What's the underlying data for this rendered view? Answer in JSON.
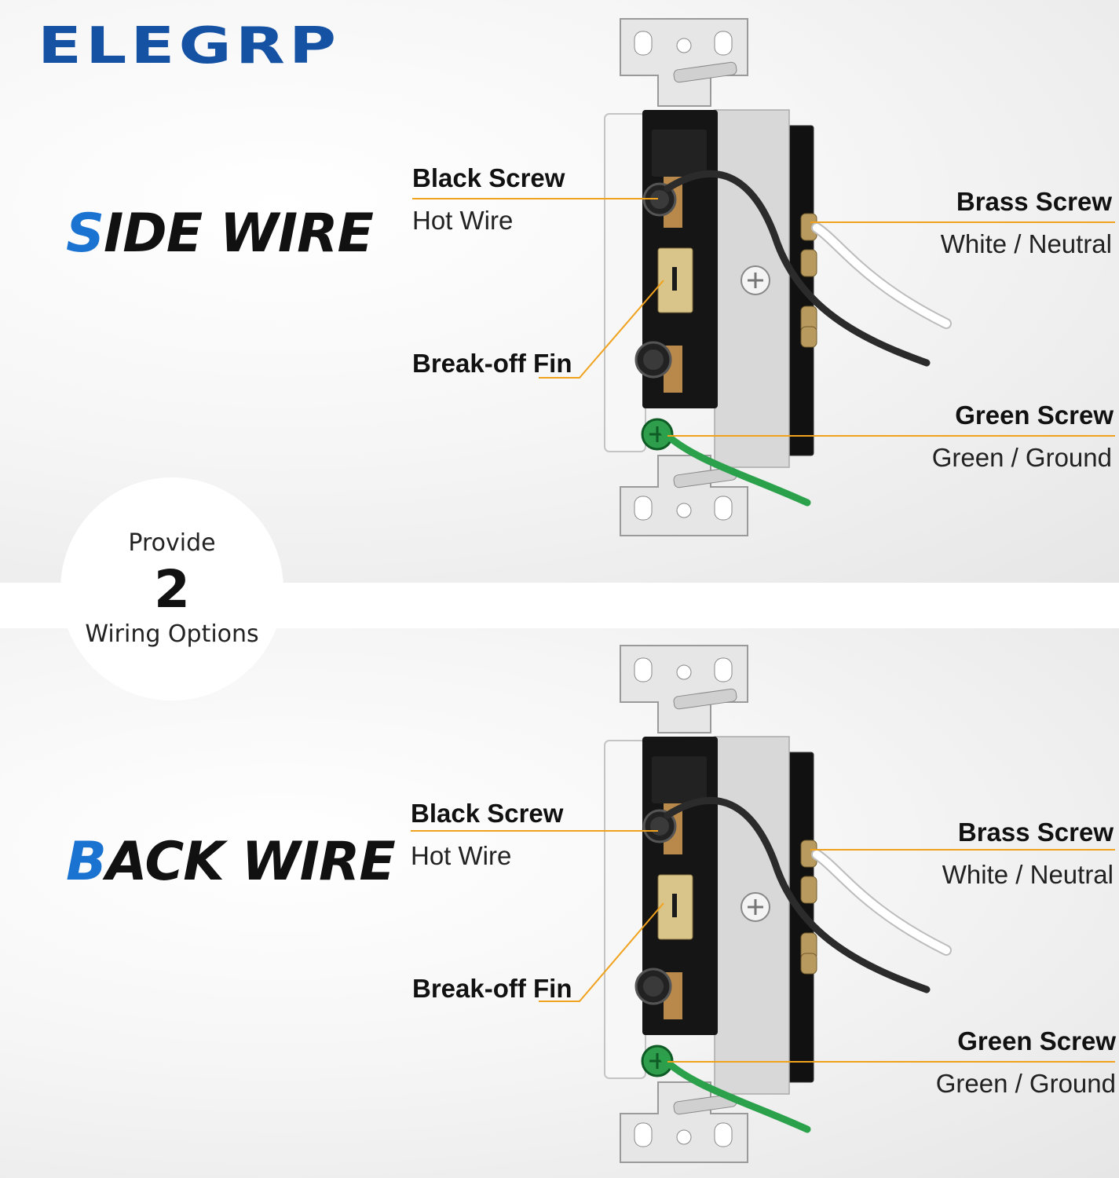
{
  "brand": {
    "logo_text": "ELEGRP",
    "logo_color": "#1552a3"
  },
  "badge": {
    "line1": "Provide",
    "number": "2",
    "line2": "Wiring Options"
  },
  "side_wire": {
    "title_first": "S",
    "title_rest": "IDE WIRE",
    "black_screw": "Black Screw",
    "hot_wire": "Hot Wire",
    "break_off_fin": "Break-off Fin",
    "brass_screw": "Brass Screw",
    "white_neutral": "White / Neutral",
    "green_screw": "Green Screw",
    "green_ground": "Green / Ground"
  },
  "back_wire": {
    "title_first": "B",
    "title_rest": "ACK WIRE",
    "black_screw": "Black Screw",
    "hot_wire": "Hot Wire",
    "break_off_fin": "Break-off Fin",
    "brass_screw": "Brass Screw",
    "white_neutral": "White / Neutral",
    "green_screw": "Green Screw",
    "green_ground": "Green / Ground"
  },
  "colors": {
    "accent_blue": "#1a73d1",
    "leader_line": "#f0a21e",
    "ground_wire": "#2aa14a"
  }
}
